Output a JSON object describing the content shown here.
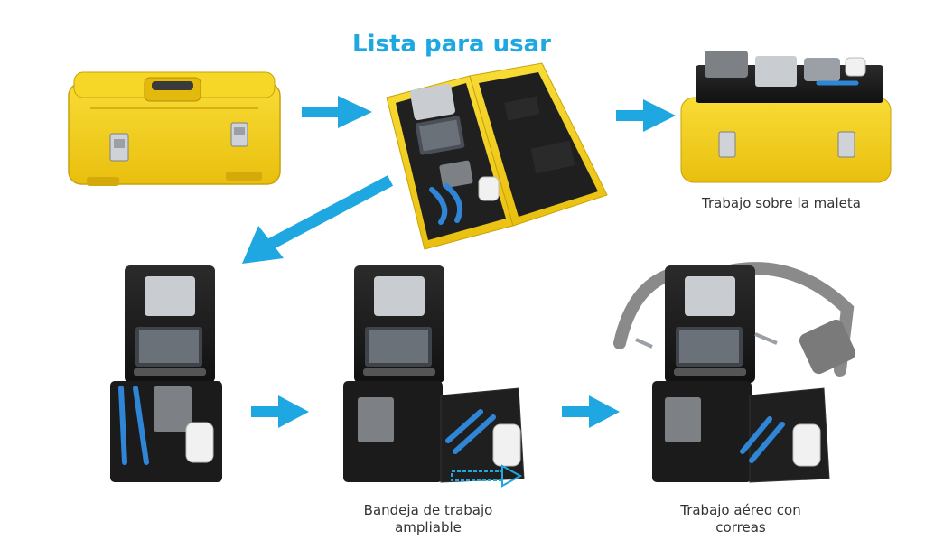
{
  "header": {
    "title": "Lista para usar"
  },
  "captions": {
    "on_case": "Trabajo sobre la maleta",
    "tray": "Bandeja de trabajo ampliable",
    "straps": "Trabajo aéreo con correas"
  },
  "colors": {
    "accent": "#1ea7e1",
    "case_yellow": "#f5d21a",
    "unit_black": "#1c1c1c",
    "tool_blue": "#2f86d6",
    "strap_gray": "#8a8a8a"
  },
  "icons": [
    "arrow-right-icon",
    "arrow-down-left-icon",
    "tray-extend-arrow-icon"
  ]
}
